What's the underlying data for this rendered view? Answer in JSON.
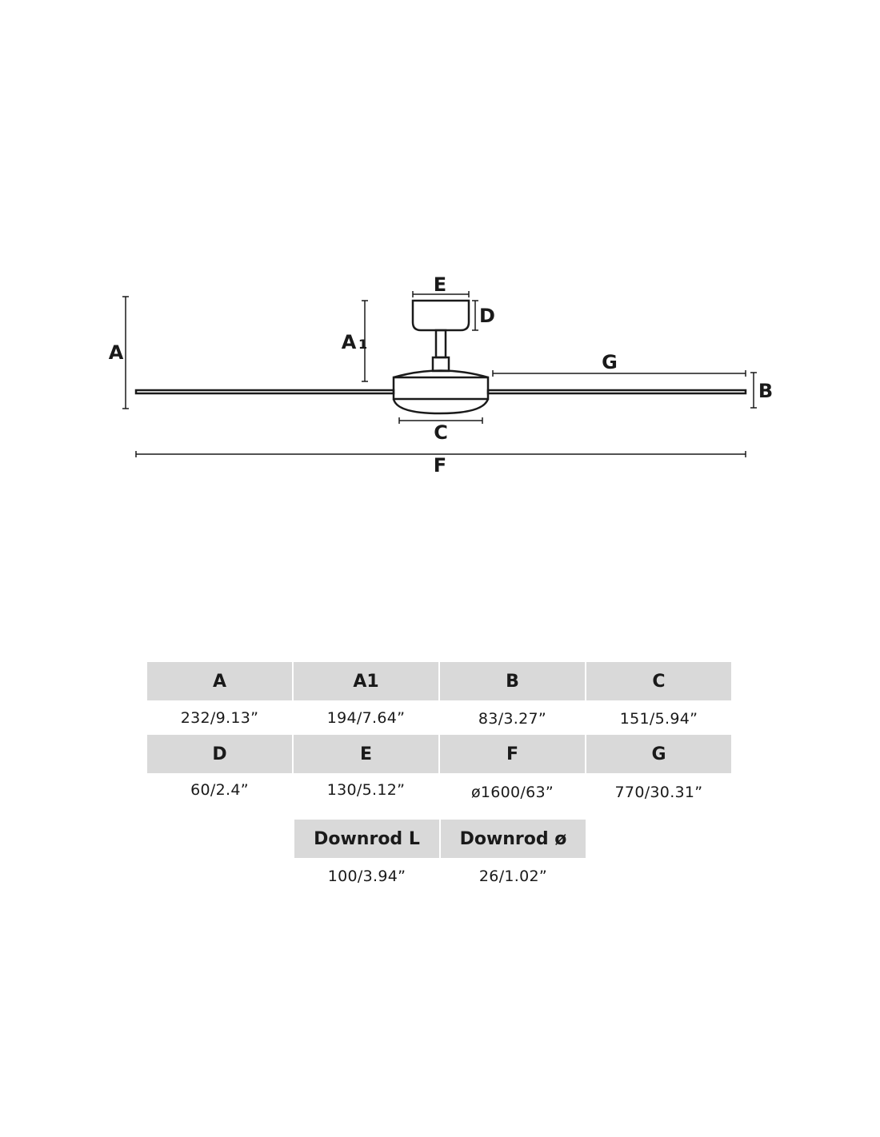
{
  "diagram": {
    "labels": {
      "A": "A",
      "A1_main": "A",
      "A1_sub": "1",
      "B": "B",
      "C": "C",
      "D": "D",
      "E": "E",
      "F": "F",
      "G": "G"
    }
  },
  "table": {
    "rows": [
      [
        {
          "header": "A",
          "value": "232/9.13”"
        },
        {
          "header": "A1",
          "value": "194/7.64”"
        },
        {
          "header": "B",
          "value": "83/3.27”"
        },
        {
          "header": "C",
          "value": "151/5.94”"
        }
      ],
      [
        {
          "header": "D",
          "value": "60/2.4”"
        },
        {
          "header": "E",
          "value": "130/5.12”"
        },
        {
          "header": "F",
          "value": "ø1600/63”"
        },
        {
          "header": "G",
          "value": "770/30.31”"
        }
      ],
      [
        {
          "header": "Downrod L",
          "value": "100/3.94”"
        },
        {
          "header": "Downrod ø",
          "value": "26/1.02”"
        }
      ]
    ]
  }
}
